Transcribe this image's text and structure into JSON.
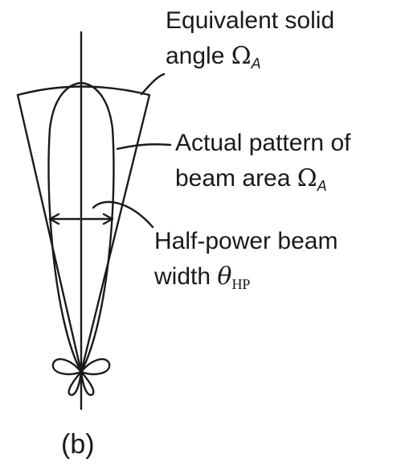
{
  "labels": {
    "equivalent": {
      "line1": "Equivalent solid",
      "line2_prefix": "angle ",
      "line2_symbol": "Ω",
      "line2_sub": "A"
    },
    "actual": {
      "line1": "Actual pattern of",
      "line2_prefix": "beam area ",
      "line2_symbol": "Ω",
      "line2_sub": "A"
    },
    "halfpower": {
      "line1": "Half-power beam",
      "line2_prefix": "width ",
      "line2_symbol": "θ",
      "line2_sub": "HP"
    }
  },
  "panel_label": "(b)",
  "colors": {
    "line": "#1a1a1a",
    "background": "#ffffff"
  }
}
